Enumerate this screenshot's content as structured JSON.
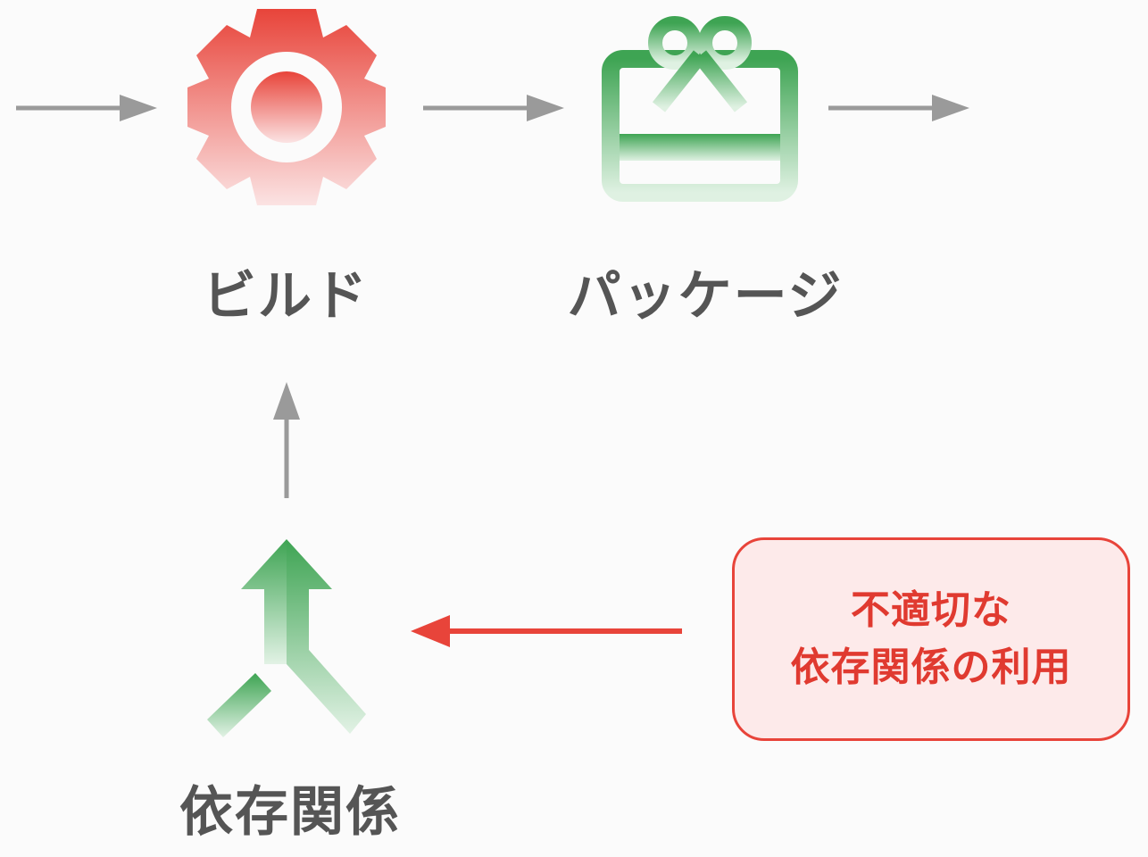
{
  "nodes": {
    "build": {
      "label": "ビルド",
      "icon": "gear-icon",
      "color": "#e8443a"
    },
    "package": {
      "label": "パッケージ",
      "icon": "gift-box-icon",
      "color": "#3ea453"
    },
    "dependency": {
      "label": "依存関係",
      "icon": "merge-arrow-icon",
      "color": "#3ea453"
    }
  },
  "callout": {
    "line1": "不適切な",
    "line2": "依存関係の利用",
    "border_color": "#e8443a",
    "fill_color": "#fdeaea"
  },
  "colors": {
    "flow_arrow": "#9a9a9a",
    "warning_arrow": "#e8443a",
    "label_text": "#555555"
  }
}
